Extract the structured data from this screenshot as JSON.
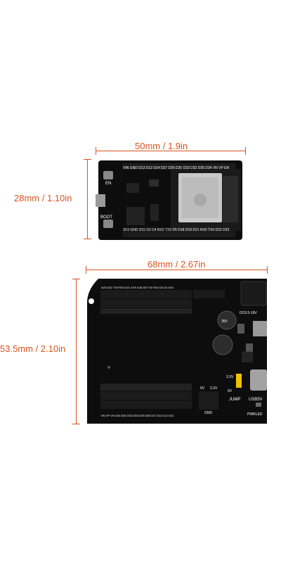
{
  "dimensions": {
    "top_width": "50mm / 1.9in",
    "top_height": "28mm / 1.10in",
    "bottom_width": "68mm / 2.67in",
    "bottom_height": "53.5mm / 2.10in"
  },
  "esp32_board": {
    "pin_labels_top": "VIN GND D13 D12 D14 D27 D26 D25 D33 D32 D35 D34 VN VP EN",
    "pin_labels_bottom": "3V3 GND D15 D2 D4 RX2 TX2 D5 D18 D19 D21 RX0 TX0 D22 D23",
    "en_label": "EN",
    "boot_label": "BOOT"
  },
  "shield_board": {
    "power_jack_label": "DC6.5-16V",
    "cap_label": "35V",
    "jumper_label": "JUMP",
    "usb_label": "USB5V",
    "pwr_led_label": "PWRLED",
    "v33_label": "3.3V",
    "v5_label": "5V",
    "gnd_label": "GND",
    "v5v_label": "5V",
    "v3v3_label": "3.3V",
    "top_header_labels": "D23 D22 TX0 RX0 D21 D19 D18 D5 TX2 RX2 D4 D2 D15",
    "bottom_header_labels": "EN VP VN D34 D35 D32 D33 D25 D26 D27 D14 D12 D13"
  },
  "colors": {
    "dimension": "#d9531e",
    "board": "#0d0d0d",
    "module": "#c8c8c8",
    "header": "#1a1a1a"
  }
}
